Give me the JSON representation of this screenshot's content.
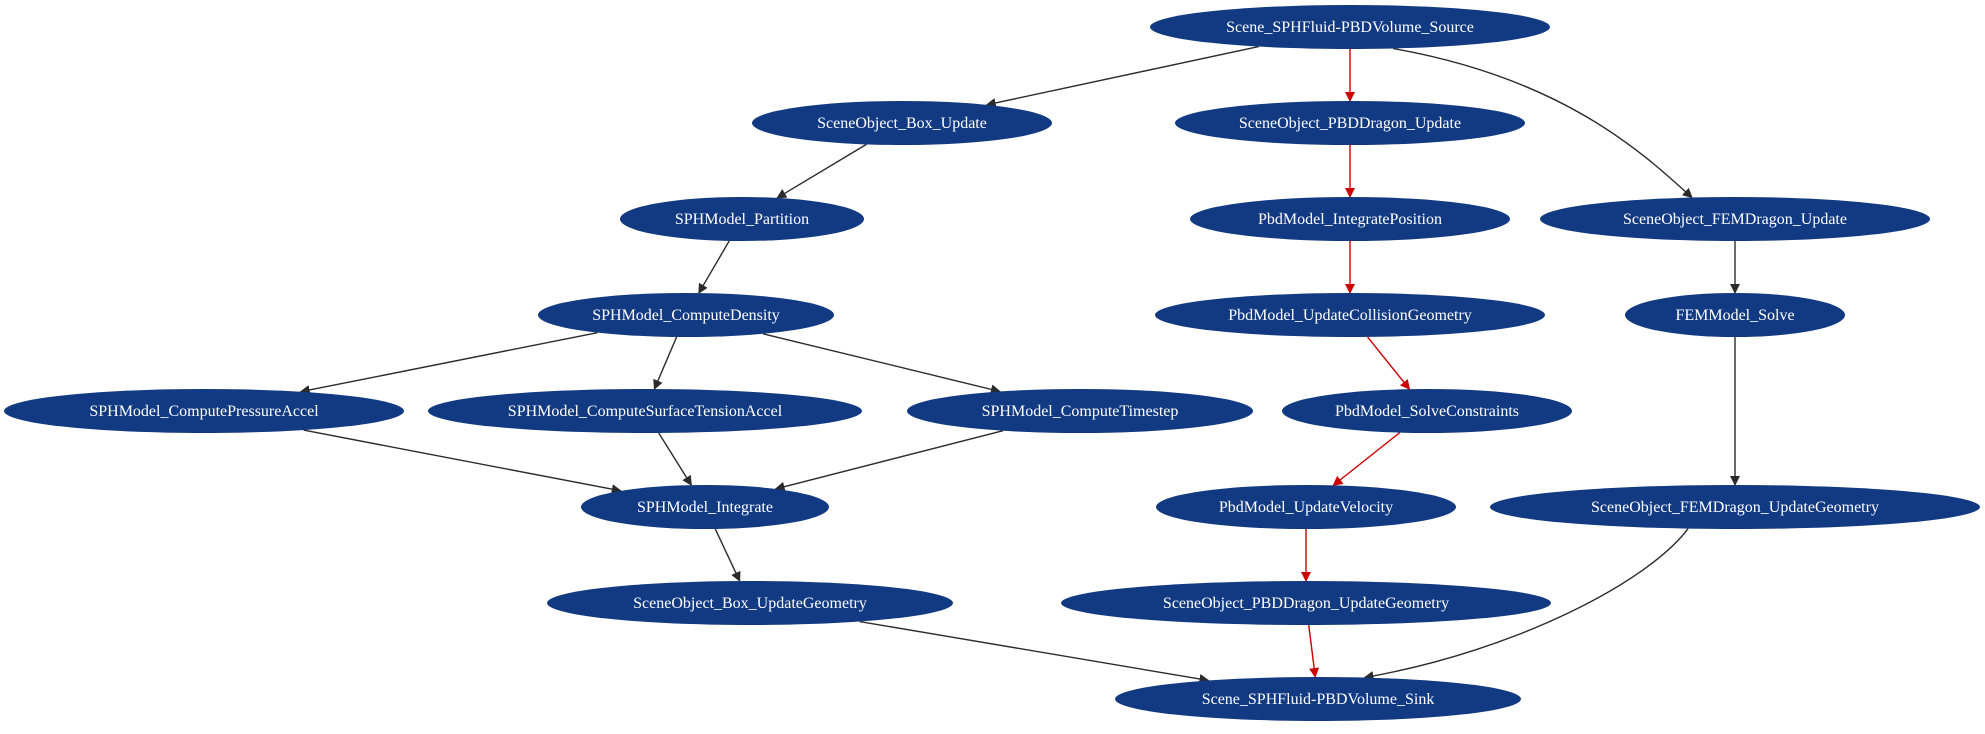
{
  "diagram": {
    "node_color": "#123a82",
    "edge_colors": {
      "normal": "#2b2b2b",
      "critical": "#cc0000"
    },
    "nodes": {
      "source": "Scene_SPHFluid-PBDVolume_Source",
      "box_update": "SceneObject_Box_Update",
      "pbd_dragon_update": "SceneObject_PBDDragon_Update",
      "sph_partition": "SPHModel_Partition",
      "pbd_integrate_position": "PbdModel_IntegratePosition",
      "fem_dragon_update": "SceneObject_FEMDragon_Update",
      "sph_compute_density": "SPHModel_ComputeDensity",
      "pbd_update_collision_geometry": "PbdModel_UpdateCollisionGeometry",
      "fem_solve": "FEMModel_Solve",
      "sph_compute_pressure_accel": "SPHModel_ComputePressureAccel",
      "sph_compute_surface_tension_accel": "SPHModel_ComputeSurfaceTensionAccel",
      "sph_compute_timestep": "SPHModel_ComputeTimestep",
      "pbd_solve_constraints": "PbdModel_SolveConstraints",
      "sph_integrate": "SPHModel_Integrate",
      "pbd_update_velocity": "PbdModel_UpdateVelocity",
      "fem_dragon_update_geometry": "SceneObject_FEMDragon_UpdateGeometry",
      "box_update_geometry": "SceneObject_Box_UpdateGeometry",
      "pbd_dragon_update_geometry": "SceneObject_PBDDragon_UpdateGeometry",
      "sink": "Scene_SPHFluid-PBDVolume_Sink"
    },
    "edges": [
      {
        "from": "source",
        "to": "box_update",
        "critical": false
      },
      {
        "from": "source",
        "to": "pbd_dragon_update",
        "critical": true
      },
      {
        "from": "source",
        "to": "fem_dragon_update",
        "critical": false
      },
      {
        "from": "box_update",
        "to": "sph_partition",
        "critical": false
      },
      {
        "from": "sph_partition",
        "to": "sph_compute_density",
        "critical": false
      },
      {
        "from": "sph_compute_density",
        "to": "sph_compute_pressure_accel",
        "critical": false
      },
      {
        "from": "sph_compute_density",
        "to": "sph_compute_surface_tension_accel",
        "critical": false
      },
      {
        "from": "sph_compute_density",
        "to": "sph_compute_timestep",
        "critical": false
      },
      {
        "from": "sph_compute_pressure_accel",
        "to": "sph_integrate",
        "critical": false
      },
      {
        "from": "sph_compute_surface_tension_accel",
        "to": "sph_integrate",
        "critical": false
      },
      {
        "from": "sph_compute_timestep",
        "to": "sph_integrate",
        "critical": false
      },
      {
        "from": "sph_integrate",
        "to": "box_update_geometry",
        "critical": false
      },
      {
        "from": "box_update_geometry",
        "to": "sink",
        "critical": false
      },
      {
        "from": "pbd_dragon_update",
        "to": "pbd_integrate_position",
        "critical": true
      },
      {
        "from": "pbd_integrate_position",
        "to": "pbd_update_collision_geometry",
        "critical": true
      },
      {
        "from": "pbd_update_collision_geometry",
        "to": "pbd_solve_constraints",
        "critical": true
      },
      {
        "from": "pbd_solve_constraints",
        "to": "pbd_update_velocity",
        "critical": true
      },
      {
        "from": "pbd_update_velocity",
        "to": "pbd_dragon_update_geometry",
        "critical": true
      },
      {
        "from": "pbd_dragon_update_geometry",
        "to": "sink",
        "critical": true
      },
      {
        "from": "fem_dragon_update",
        "to": "fem_solve",
        "critical": false
      },
      {
        "from": "fem_solve",
        "to": "fem_dragon_update_geometry",
        "critical": false
      },
      {
        "from": "fem_dragon_update_geometry",
        "to": "sink",
        "critical": false
      }
    ]
  }
}
